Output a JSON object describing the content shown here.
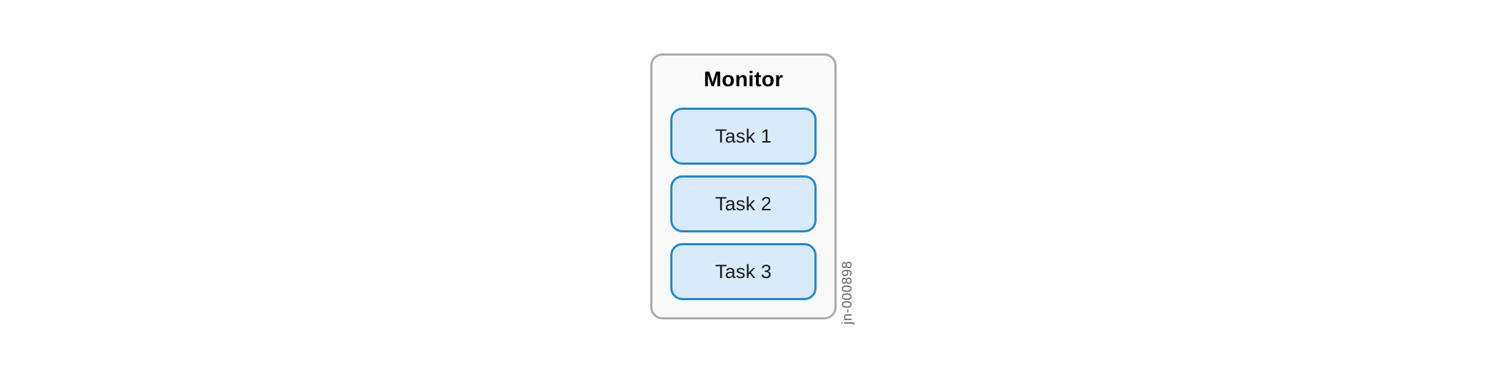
{
  "diagram": {
    "title": "Monitor",
    "tasks": [
      "Task 1",
      "Task 2",
      "Task 3"
    ],
    "figure_id": "jn-000898"
  },
  "colors": {
    "group_border": "#a7a9ac",
    "group_fill": "#f9f9f9",
    "task_border": "#1e86d8",
    "task_fill": "#d9ebfb",
    "task_text": "#1a1a1a",
    "title_text": "#000000",
    "figure_id_text": "#5f6062"
  }
}
